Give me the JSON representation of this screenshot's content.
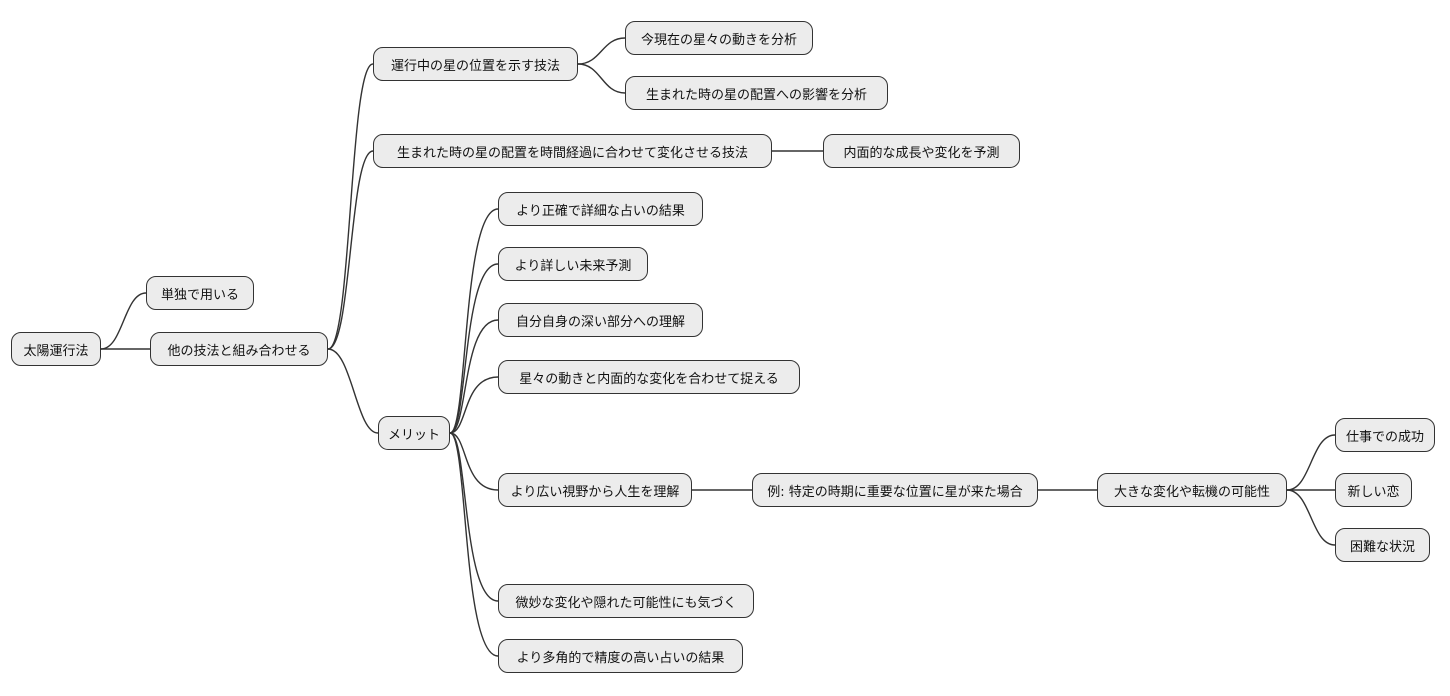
{
  "diagram": {
    "type": "mindmap",
    "background_color": "#ffffff",
    "node_fill_color": "#ececec",
    "node_border_color": "#333333",
    "edge_color": "#333333",
    "text_color": "#111111"
  },
  "nodes": [
    {
      "id": 0,
      "label": "太陽運行法",
      "parent": null
    },
    {
      "id": 1,
      "label": "単独で用いる",
      "parent": 0
    },
    {
      "id": 2,
      "label": "他の技法と組み合わせる",
      "parent": 0
    },
    {
      "id": 3,
      "label": "運行中の星の位置を示す技法",
      "parent": 2
    },
    {
      "id": 4,
      "label": "今現在の星々の動きを分析",
      "parent": 3
    },
    {
      "id": 5,
      "label": "生まれた時の星の配置への影響を分析",
      "parent": 3
    },
    {
      "id": 6,
      "label": "生まれた時の星の配置を時間経過に合わせて変化させる技法",
      "parent": 2
    },
    {
      "id": 7,
      "label": "内面的な成長や変化を予測",
      "parent": 6
    },
    {
      "id": 8,
      "label": "より正確で詳細な占いの結果",
      "parent": 12
    },
    {
      "id": 9,
      "label": "より詳しい未来予測",
      "parent": 12
    },
    {
      "id": 10,
      "label": "自分自身の深い部分への理解",
      "parent": 12
    },
    {
      "id": 11,
      "label": "星々の動きと内面的な変化を合わせて捉える",
      "parent": 12
    },
    {
      "id": 12,
      "label": "メリット",
      "parent": 2
    },
    {
      "id": 13,
      "label": "より広い視野から人生を理解",
      "parent": 12
    },
    {
      "id": 14,
      "label": "例: 特定の時期に重要な位置に星が来た場合",
      "parent": 13
    },
    {
      "id": 15,
      "label": "大きな変化や転機の可能性",
      "parent": 14
    },
    {
      "id": 16,
      "label": "仕事での成功",
      "parent": 15
    },
    {
      "id": 17,
      "label": "新しい恋",
      "parent": 15
    },
    {
      "id": 18,
      "label": "困難な状況",
      "parent": 15
    },
    {
      "id": 19,
      "label": "微妙な変化や隠れた可能性にも気づく",
      "parent": 12
    },
    {
      "id": 20,
      "label": "より多角的で精度の高い占いの結果",
      "parent": 12
    }
  ]
}
